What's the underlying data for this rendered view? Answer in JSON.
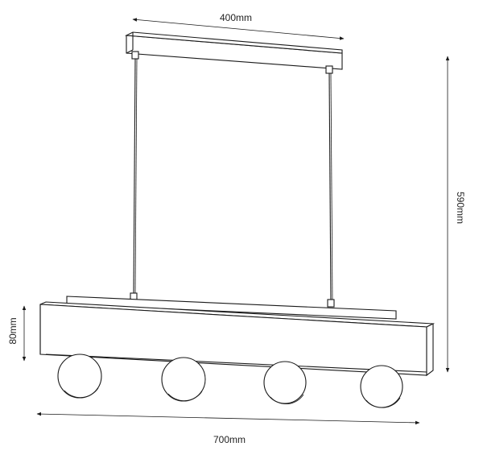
{
  "dimensions": {
    "canopy_width": "400mm",
    "total_height": "590mm",
    "body_height": "80mm",
    "body_width": "700mm"
  },
  "colors": {
    "line": "#1a1a1a",
    "background": "#ffffff"
  },
  "bulbs": [
    {
      "label": ""
    },
    {
      "label": ""
    },
    {
      "label": ""
    },
    {
      "label": ""
    }
  ]
}
